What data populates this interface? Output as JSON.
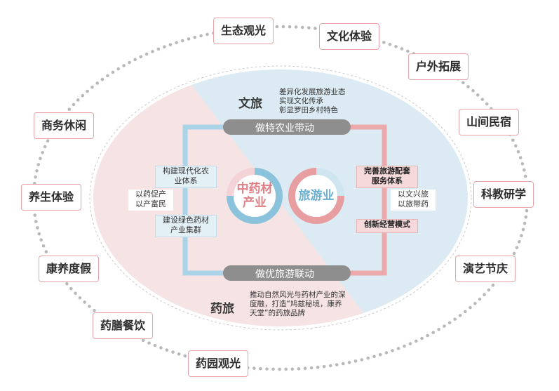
{
  "outer_items": [
    "生态观光",
    "文化体验",
    "户外拓展",
    "山间民宿",
    "科教研学",
    "演艺节庆",
    "药园观光",
    "药膳餐饮",
    "康养度假",
    "养生体验",
    "商务休闲"
  ],
  "wenlv": {
    "title": "文旅",
    "lines": [
      "差异化发展旅游业态",
      "实现文化传承",
      "彰显罗田乡村特色"
    ]
  },
  "yaolv": {
    "title": "药旅",
    "lines": [
      "推动自然风光与药材产业的深",
      "度融，打造“鸠兹秘境，康养",
      "天堂”的药旅品牌"
    ]
  },
  "top_bar": "做特农业带动",
  "bottom_bar": "做优旅游联动",
  "left_core": [
    "中药材",
    "产业"
  ],
  "right_core": "旅游业",
  "left_boxes": {
    "box1": [
      "构建现代化农",
      "业体系"
    ],
    "box2": [
      "以药促产",
      "以产富民"
    ],
    "box3": [
      "建设绿色药材",
      "产业集群"
    ]
  },
  "right_boxes": {
    "box1": [
      "完善旅游配套",
      "服务体系"
    ],
    "box2": [
      "以文兴旅",
      "以旅带药"
    ],
    "box3": [
      "创新经营模式"
    ]
  },
  "colors": {
    "pink_border": "#e8a3a6",
    "blue_region": "#dcebf3",
    "pink_region": "#f6e3e4",
    "gray_bar": "#8e8e8e",
    "blue_ring": "#8cc3dc",
    "pink_ring": "#e89ea1",
    "core_left_text": "#e07f85",
    "core_right_text": "#6aaed0"
  }
}
